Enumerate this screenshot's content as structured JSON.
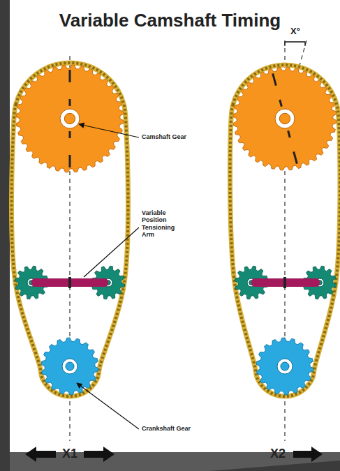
{
  "diagram": {
    "title": "Variable Camshaft Timing",
    "labels": [
      "Camshaft Gear",
      "Variable Position Tensioning Arm",
      "Crankshaft Gear",
      "X1",
      "X°",
      "X2"
    ]
  }
}
